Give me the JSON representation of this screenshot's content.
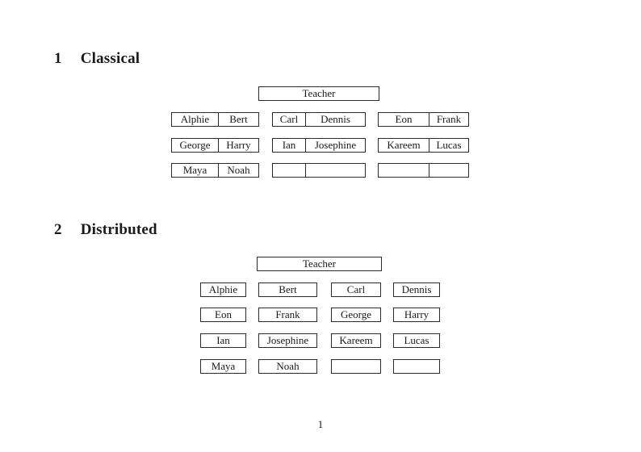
{
  "document": {
    "page_number": "1",
    "background_color": "#ffffff",
    "text_color": "#1a1a1a",
    "border_color": "#2b2b2b"
  },
  "sections": {
    "classical": {
      "number": "1",
      "title": "Classical",
      "teacher_label": "Teacher",
      "desks": [
        [
          "Alphie",
          "Bert"
        ],
        [
          "Carl",
          "Dennis"
        ],
        [
          "Eon",
          "Frank"
        ],
        [
          "George",
          "Harry"
        ],
        [
          "Ian",
          "Josephine"
        ],
        [
          "Kareem",
          "Lucas"
        ],
        [
          "Maya",
          "Noah"
        ],
        [
          "",
          ""
        ],
        [
          "",
          ""
        ]
      ]
    },
    "distributed": {
      "number": "2",
      "title": "Distributed",
      "teacher_label": "Teacher",
      "seats": [
        "Alphie",
        "Bert",
        "Carl",
        "Dennis",
        "Eon",
        "Frank",
        "George",
        "Harry",
        "Ian",
        "Josephine",
        "Kareem",
        "Lucas",
        "Maya",
        "Noah",
        "",
        ""
      ]
    }
  }
}
